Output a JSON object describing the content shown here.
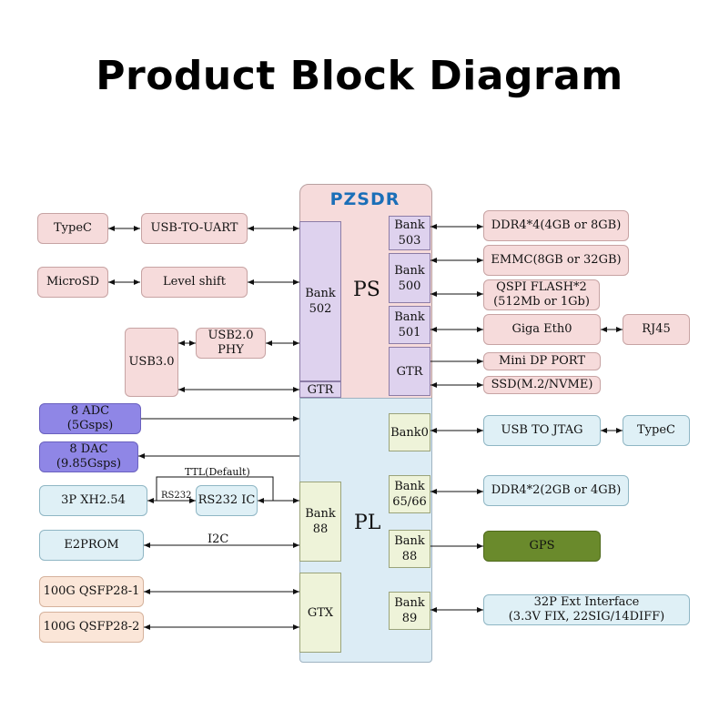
{
  "title": "Product Block Diagram",
  "logo": "PZSDR",
  "regions": {
    "ps": "PS",
    "pl": "PL"
  },
  "ps_banks": {
    "bank502": "Bank\n502",
    "gtr_left": "GTR",
    "bank503": "Bank\n503",
    "bank500": "Bank\n500",
    "bank501": "Bank\n501",
    "gtr_right": "GTR"
  },
  "pl_banks": {
    "bank0": "Bank0",
    "bank6566": "Bank\n65/66",
    "bank88_right": "Bank\n88",
    "bank89": "Bank\n89",
    "bank88_left": "Bank\n88",
    "gtx": "GTX"
  },
  "left_blocks": {
    "typec": "TypeC",
    "usb_to_uart": "USB-TO-UART",
    "microsd": "MicroSD",
    "level_shift": "Level shift",
    "usb30": "USB3.0",
    "usb20_phy": "USB2.0\nPHY",
    "adc": "8 ADC\n(5Gsps)",
    "dac": "8 DAC\n(9.85Gsps)",
    "xh254": "3P XH2.54",
    "rs232_ic": "RS232 IC",
    "e2prom": "E2PROM",
    "qsfp1": "100G QSFP28-1",
    "qsfp2": "100G QSFP28-2"
  },
  "right_blocks": {
    "ddr4x4": "DDR4*4(4GB or 8GB)",
    "emmc": "EMMC(8GB or 32GB)",
    "qspi": "QSPI FLASH*2\n(512Mb or 1Gb)",
    "giga_eth": "Giga Eth0",
    "rj45": "RJ45",
    "mini_dp": "Mini DP PORT",
    "ssd": "SSD(M.2/NVME)",
    "usb_jtag": "USB TO JTAG",
    "typec_jtag": "TypeC",
    "ddr4x2": "DDR4*2(2GB or 4GB)",
    "gps": "GPS",
    "ext32p": "32P Ext Interface\n(3.3V FIX, 22SIG/14DIFF)"
  },
  "line_labels": {
    "ttl": "TTL(Default)",
    "rs232": "RS232",
    "i2c": "I2C"
  },
  "colors": {
    "pink": "#f6dbdb",
    "blue": "#dff0f6",
    "peach": "#fbe6d8",
    "purple": "#8f86e6",
    "green": "#6a8a2c",
    "lavender_bank": "#ded2ee",
    "green_bank": "#eef3d9"
  }
}
